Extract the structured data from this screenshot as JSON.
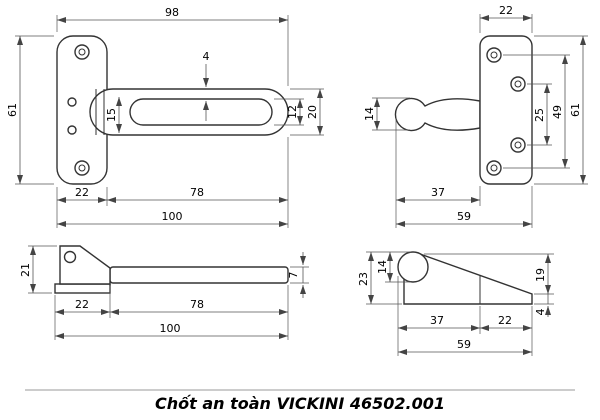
{
  "caption": "Chốt an toàn VICKINI 46502.001",
  "views": {
    "front_latch": {
      "width_top": "98",
      "wall_thickness": "4",
      "plate_height": "61",
      "arm_inner_height": "15",
      "slot_height": "12",
      "arm_end_height": "20",
      "plate_width": "22",
      "arm_length": "78",
      "total_length": "100"
    },
    "front_keeper": {
      "plate_width": "22",
      "knob_height": "14",
      "hole_pitch": "25",
      "hole_span": "49",
      "plate_height": "61",
      "knob_reach": "37",
      "total_width": "59"
    },
    "side_latch": {
      "bracket_height": "21",
      "bar_thickness": "7",
      "plate_width": "22",
      "arm_length": "78",
      "total_length": "100"
    },
    "side_keeper": {
      "total_height": "23",
      "knob_height": "14",
      "wedge_height": "19",
      "tail_thickness": "4",
      "knob_reach": "37",
      "base_length": "22",
      "total_width": "59"
    }
  }
}
